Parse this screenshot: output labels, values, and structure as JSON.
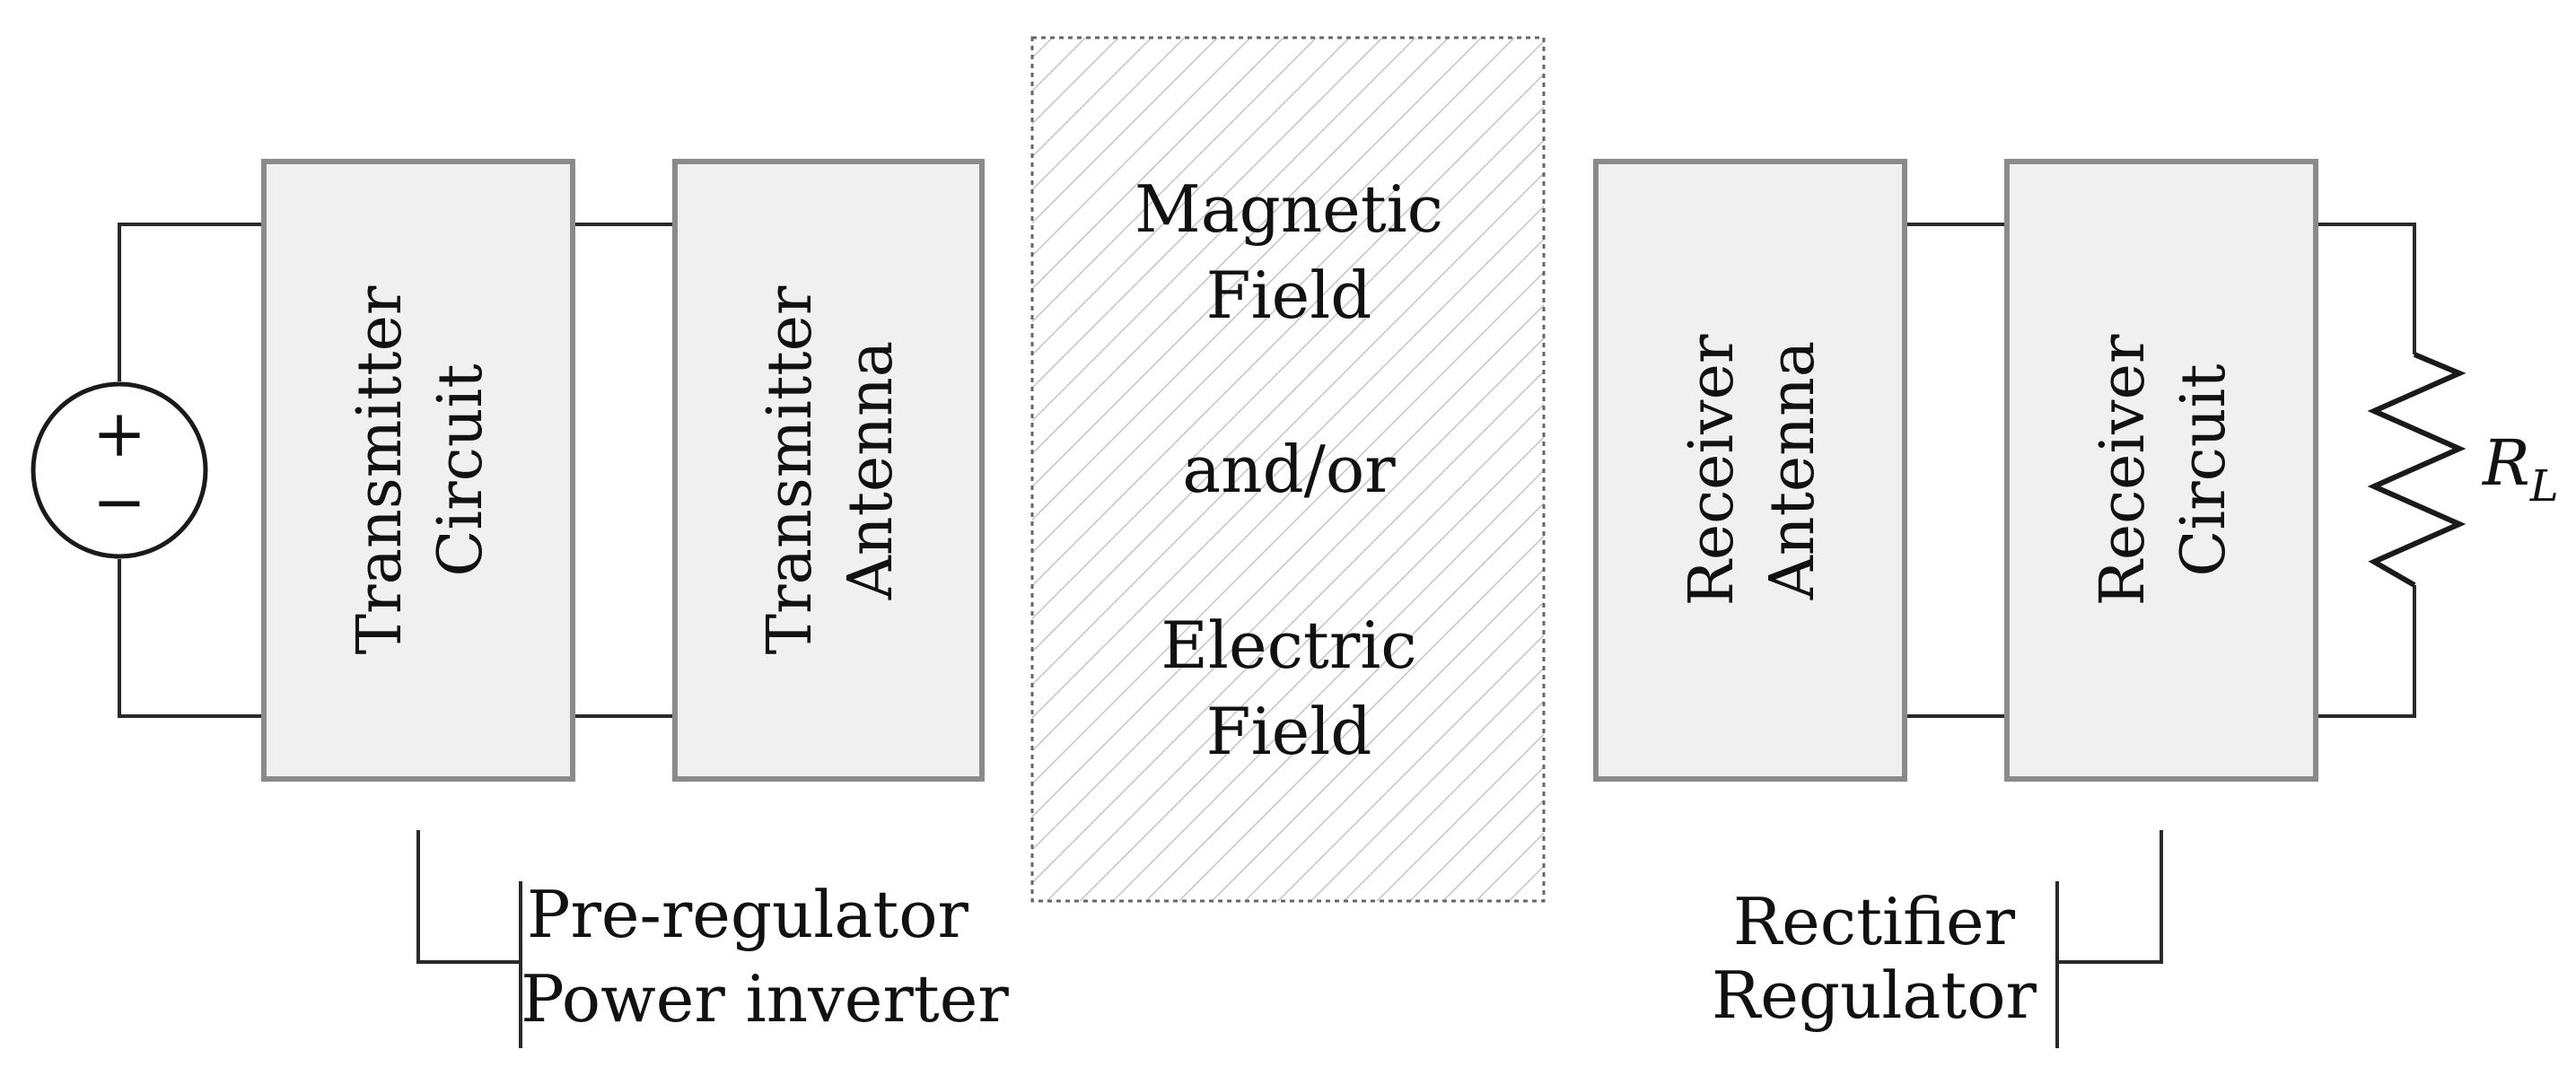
{
  "blocks": {
    "transmitter_circuit": {
      "line1": "Transmitter",
      "line2": "Circuit"
    },
    "transmitter_antenna": {
      "line1": "Transmitter",
      "line2": "Antenna"
    },
    "receiver_antenna": {
      "line1": "Receiver",
      "line2": "Antenna"
    },
    "receiver_circuit": {
      "line1": "Receiver",
      "line2": "Circuit"
    }
  },
  "field_region": {
    "line1": "Magnetic",
    "line2": "Field",
    "line3": "and/or",
    "line4": "Electric",
    "line5": "Field"
  },
  "source": {
    "plus": "+",
    "minus": "−"
  },
  "load": {
    "symbol": "R",
    "subscript": "L"
  },
  "notes": {
    "transmitter": {
      "line1": "Pre-regulator",
      "line2": "Power inverter"
    },
    "receiver": {
      "line1": "Rectifier",
      "line2": "Regulator"
    }
  },
  "colors": {
    "block_fill": "#f0f0f0",
    "block_border": "#8a8a8a",
    "hatch": "#c4c4c4",
    "wire": "#2a2a2a"
  }
}
